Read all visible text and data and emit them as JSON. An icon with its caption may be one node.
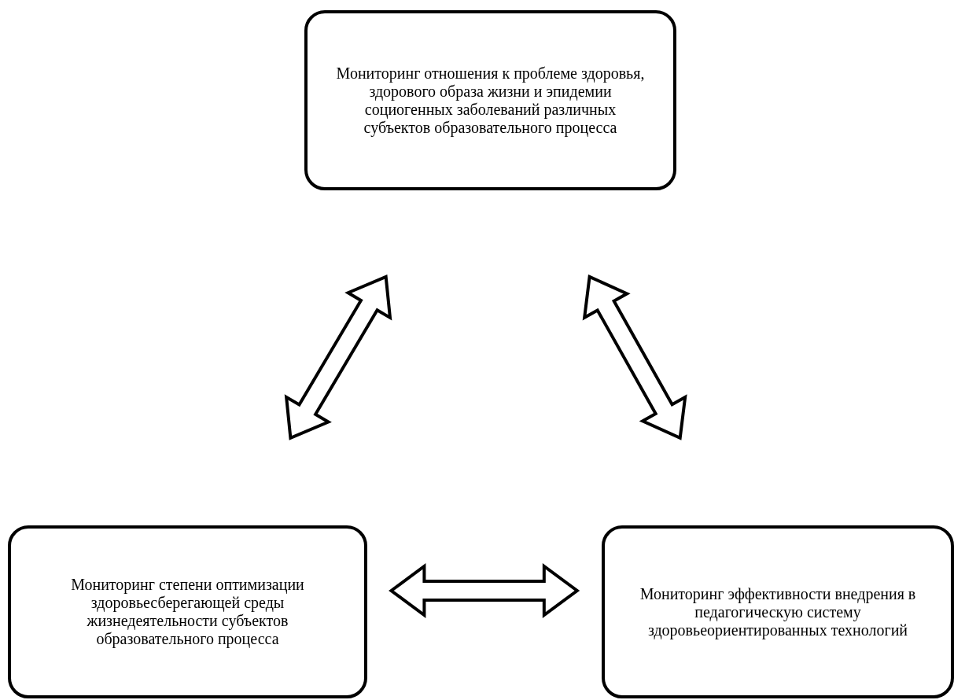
{
  "diagram": {
    "nodes": [
      {
        "text": [
          "Мониторинг отношения к проблеме здоровья, здорового образа жизни и эпидемии социогенных заболеваний различных субъектов образовательного процесса"
        ]
      },
      {
        "text": [
          "Мониторинг степени оптимизации здоровьесберегающей среды жизнедеятельности субъектов образовательного процесса"
        ]
      },
      {
        "text": [
          "Мониторинг эффективности внедрения в педагогическую систему здоровьеориентированных технологий"
        ]
      }
    ],
    "edges": [
      {
        "from": 0,
        "to": 1,
        "arrow": "both"
      },
      {
        "from": 0,
        "to": 2,
        "arrow": "both"
      },
      {
        "from": 1,
        "to": 2,
        "arrow": "both"
      }
    ]
  }
}
